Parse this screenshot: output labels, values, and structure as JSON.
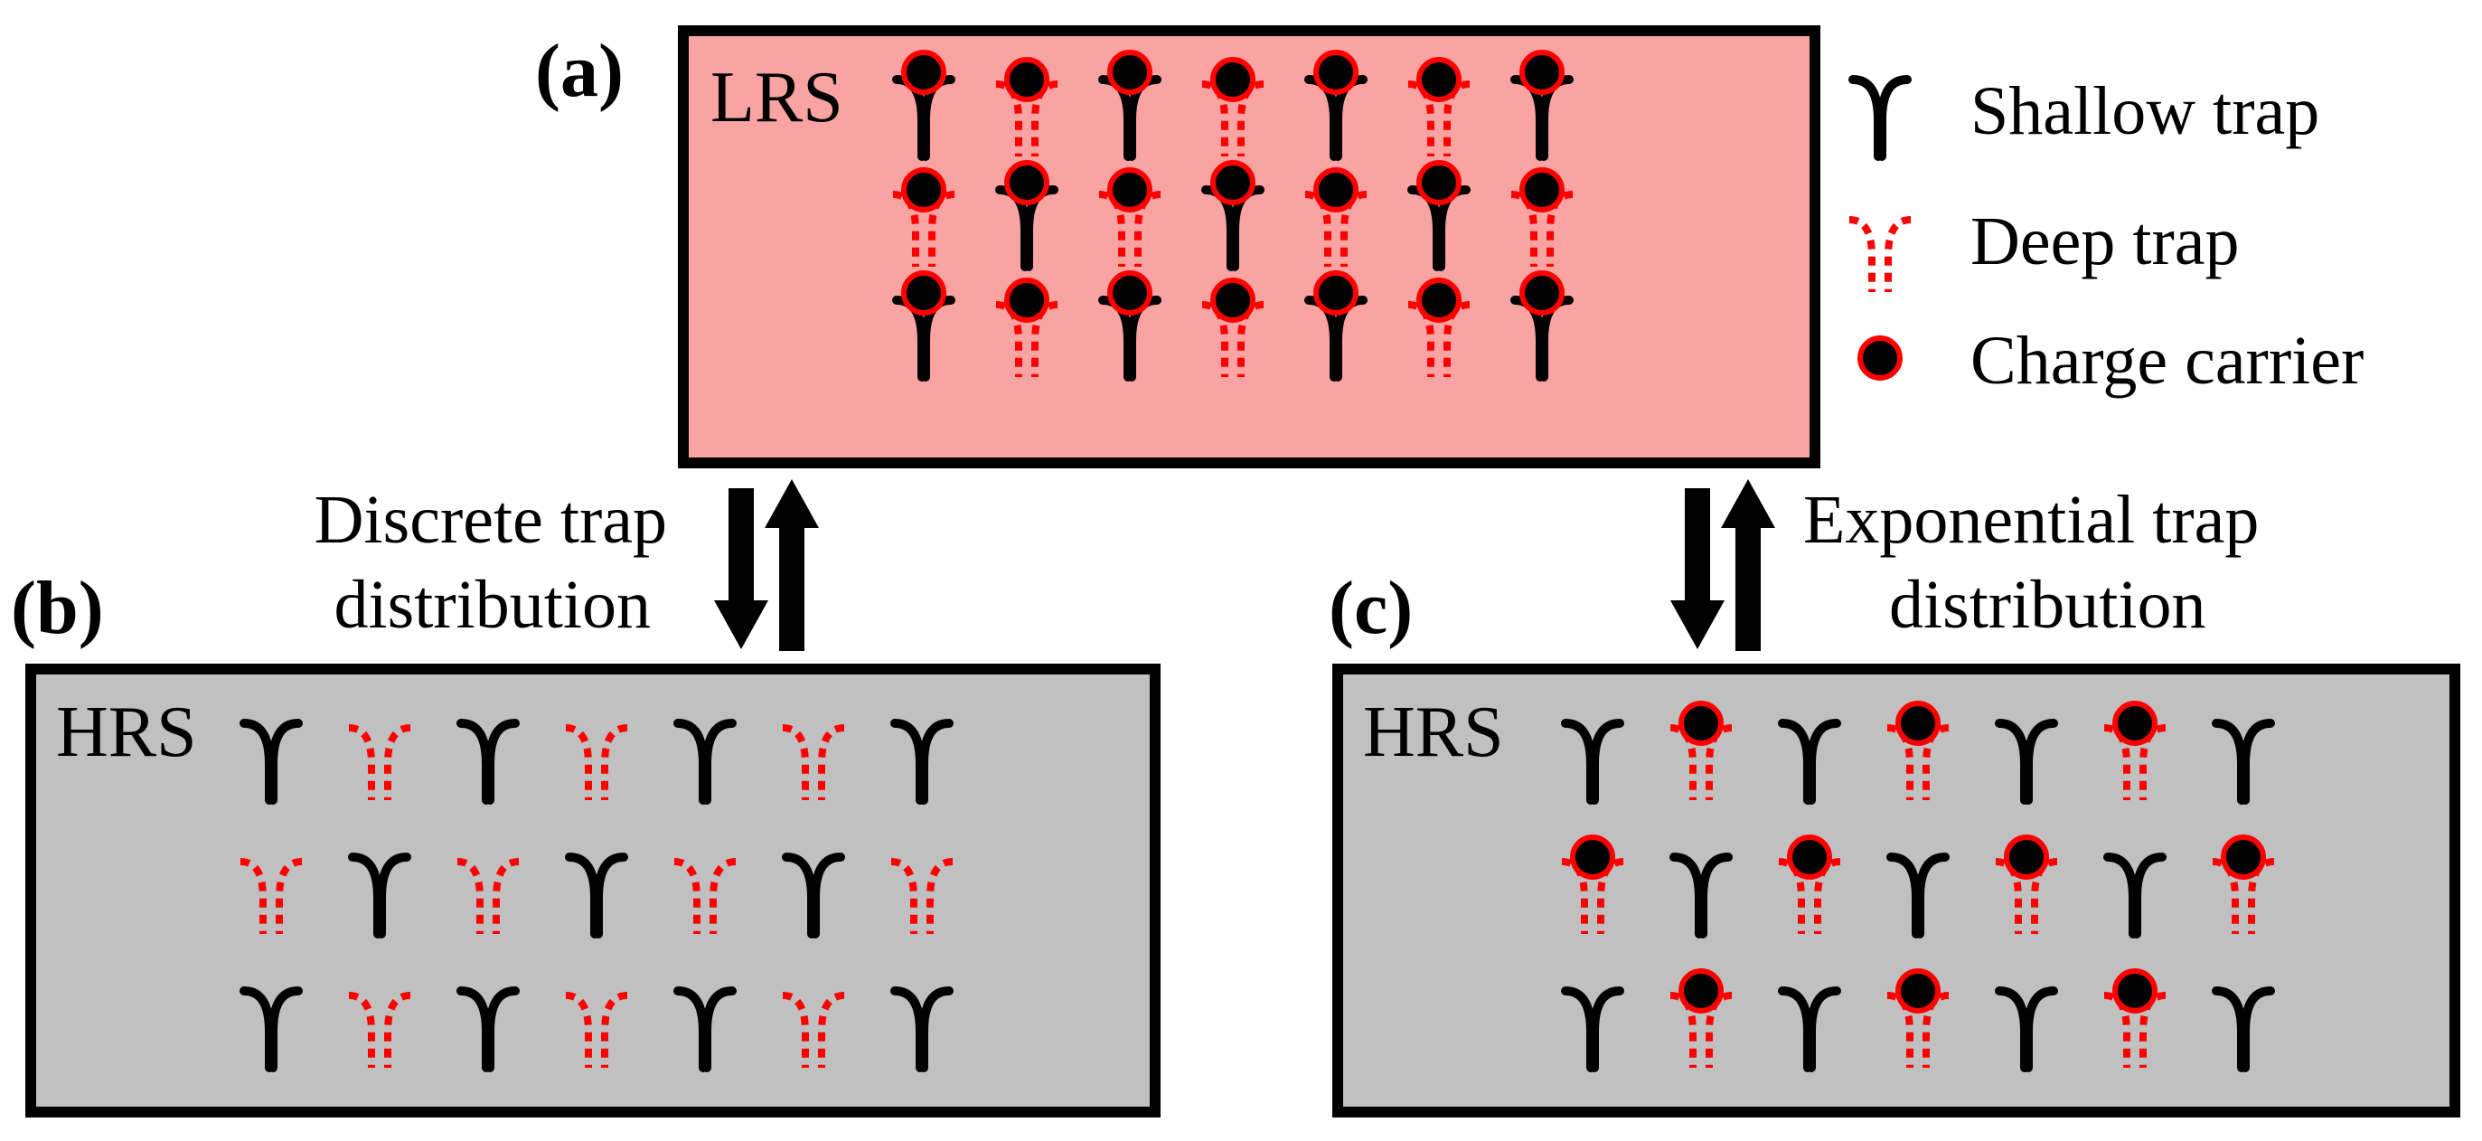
{
  "panels": {
    "a": {
      "letter": "(a)",
      "state": "LRS",
      "fill": "#f9a3a3"
    },
    "b": {
      "letter": "(b)",
      "state": "HRS",
      "fill": "#c0c0c0"
    },
    "c": {
      "letter": "(c)",
      "state": "HRS",
      "fill": "#c0c0c0"
    }
  },
  "arrows": {
    "left": {
      "line1": "Discrete trap",
      "line2": "distribution"
    },
    "right": {
      "line1": "Exponential trap",
      "line2": "distribution"
    }
  },
  "legend": {
    "shallow": "Shallow trap",
    "deep": "Deep trap",
    "carrier": "Charge carrier"
  },
  "grids": {
    "a": [
      [
        "S*",
        "D*",
        "S*",
        "D*",
        "S*",
        "D*",
        "S*"
      ],
      [
        "D*",
        "S*",
        "D*",
        "S*",
        "D*",
        "S*",
        "D*"
      ],
      [
        "S*",
        "D*",
        "S*",
        "D*",
        "S*",
        "D*",
        "S*"
      ]
    ],
    "b": [
      [
        "S",
        "D",
        "S",
        "D",
        "S",
        "D",
        "S"
      ],
      [
        "D",
        "S",
        "D",
        "S",
        "D",
        "S",
        "D"
      ],
      [
        "S",
        "D",
        "S",
        "D",
        "S",
        "D",
        "S"
      ]
    ],
    "c": [
      [
        "S",
        "D*",
        "S",
        "D*",
        "S",
        "D*",
        "S"
      ],
      [
        "D*",
        "S",
        "D*",
        "S",
        "D*",
        "S",
        "D*"
      ],
      [
        "S",
        "D*",
        "S",
        "D*",
        "S",
        "D*",
        "S"
      ]
    ]
  },
  "colors": {
    "shallow": "#000000",
    "deep": "#ff0000",
    "carrier_fill": "#000000",
    "carrier_ring": "#ff0000"
  }
}
